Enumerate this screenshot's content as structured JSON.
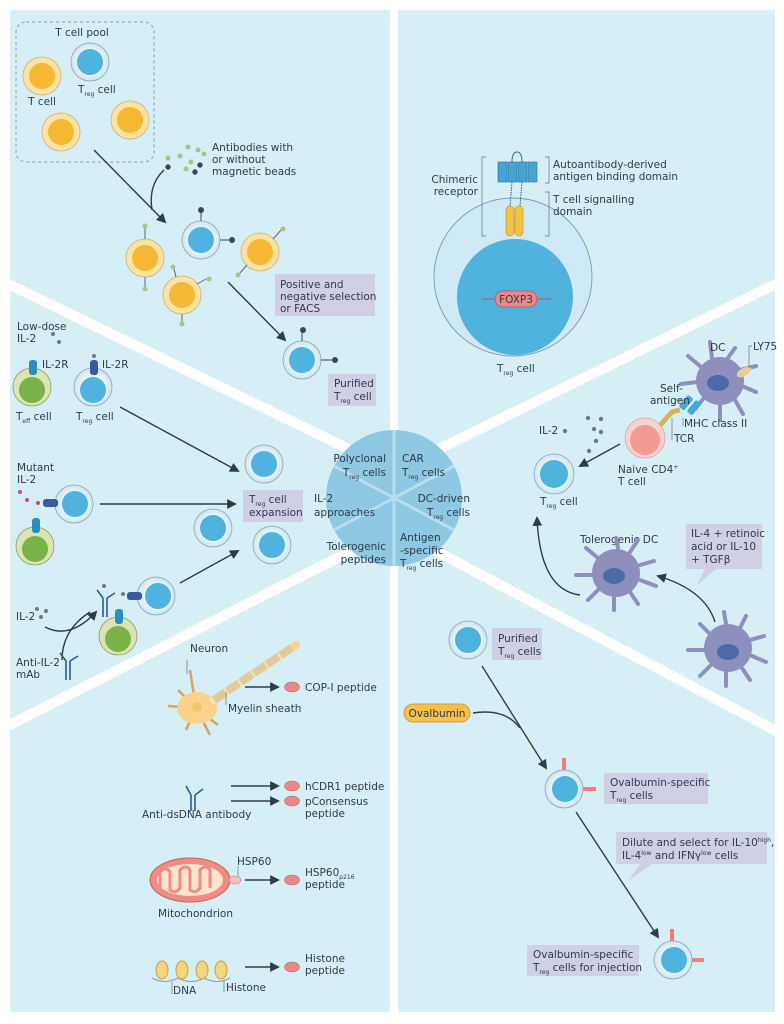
{
  "colors": {
    "panel_bg": "#d6eef6",
    "divider": "#ffffff",
    "hub": "#8ec8e2",
    "treg_nucleus": "#4fb3dd",
    "treg_membrane": "#d9eef8",
    "tcell_yellow": "#f5b832",
    "teff_green": "#7bb24a",
    "label_box": "#cfd0e6",
    "peptide": "#e98888",
    "dc": "#8d90bd",
    "ovalbumin": "#f6c04a"
  },
  "hub": {
    "sectors": [
      {
        "line1": "Polyclonal",
        "line2": "T",
        "sub": "reg",
        "line2_rest": " cells"
      },
      {
        "line1": "CAR",
        "line2": "T",
        "sub": "reg",
        "line2_rest": " cells"
      },
      {
        "line1": "DC-driven",
        "line2": "T",
        "sub": "reg",
        "line2_rest": " cells"
      },
      {
        "line1": "Antigen",
        "line1b": "-specific",
        "line2": "T",
        "sub": "reg",
        "line2_rest": " cells"
      },
      {
        "line1": "Tolerogenic",
        "line2": "peptides"
      },
      {
        "line1": "IL-2",
        "line2": "approaches"
      }
    ]
  },
  "polyclonal": {
    "pool_title": "T cell pool",
    "t_cell": "T cell",
    "treg_T": "T",
    "treg_sub": "reg",
    "treg_rest": " cell",
    "antibodies": [
      "Antibodies with",
      "or without",
      "magnetic beads"
    ],
    "selection": [
      "Positive and",
      "negative selection",
      "or FACS"
    ],
    "purified": [
      "Purified",
      "T",
      "reg",
      " cell"
    ]
  },
  "car": {
    "chimeric": [
      "Chimeric",
      "receptor"
    ],
    "binding": [
      "Autoantibody-derived",
      "antigen binding domain"
    ],
    "signalling": [
      "T cell signalling",
      "domain"
    ],
    "foxp3": "FOXP3",
    "treg": [
      "T",
      "reg",
      " cell"
    ]
  },
  "il2": {
    "low_dose": [
      "Low-dose",
      "IL-2"
    ],
    "il2r": "IL-2R",
    "teff": [
      "T",
      "eff",
      " cell"
    ],
    "treg": [
      "T",
      "reg",
      " cell"
    ],
    "mutant": [
      "Mutant",
      "IL-2"
    ],
    "expansion": [
      "T",
      "reg",
      " cell",
      "expansion"
    ],
    "il2": "IL-2",
    "anti_il2": [
      "Anti-IL-2",
      "mAb"
    ]
  },
  "dc": {
    "dc": "DC",
    "ly75": "LY75",
    "self_antigen": [
      "Self-",
      "antigen"
    ],
    "mhc": "MHC class II",
    "tcr": "TCR",
    "naive": [
      "Naive CD4",
      "+",
      "T cell"
    ],
    "il2": "IL-2",
    "treg": [
      "T",
      "reg",
      " cell"
    ],
    "tolerogenic": "Tolerogenic DC",
    "cytokines": [
      "IL-4 + retinoic",
      "acid or IL-10",
      "+ TGFβ"
    ]
  },
  "peptides": {
    "neuron": "Neuron",
    "myelin": "Myelin sheath",
    "cop1": "COP-I peptide",
    "antibody": "Anti-dsDNA antibody",
    "hcdr1": "hCDR1 peptide",
    "pconsensus": [
      "pConsensus",
      "peptide"
    ],
    "hsp60": "HSP60",
    "hsp60_peptide": [
      "HSP60",
      "p216",
      "peptide"
    ],
    "mito": "Mitochondrion",
    "histone_peptide": [
      "Histone",
      "peptide"
    ],
    "dna": "DNA",
    "histone": "Histone"
  },
  "antigen": {
    "purified": [
      "Purified",
      "T",
      "reg",
      " cells"
    ],
    "ovalbumin": "Ovalbumin",
    "ova_specific": [
      "Ovalbumin-specific",
      "T",
      "reg",
      " cells"
    ],
    "dilute": [
      "Dilute and select for IL-10",
      "high",
      ",",
      "IL-4",
      "low",
      " and IFNγ",
      "low",
      " cells"
    ],
    "injection": [
      "Ovalbumin-specific",
      "T",
      "reg",
      " cells for injection"
    ]
  }
}
